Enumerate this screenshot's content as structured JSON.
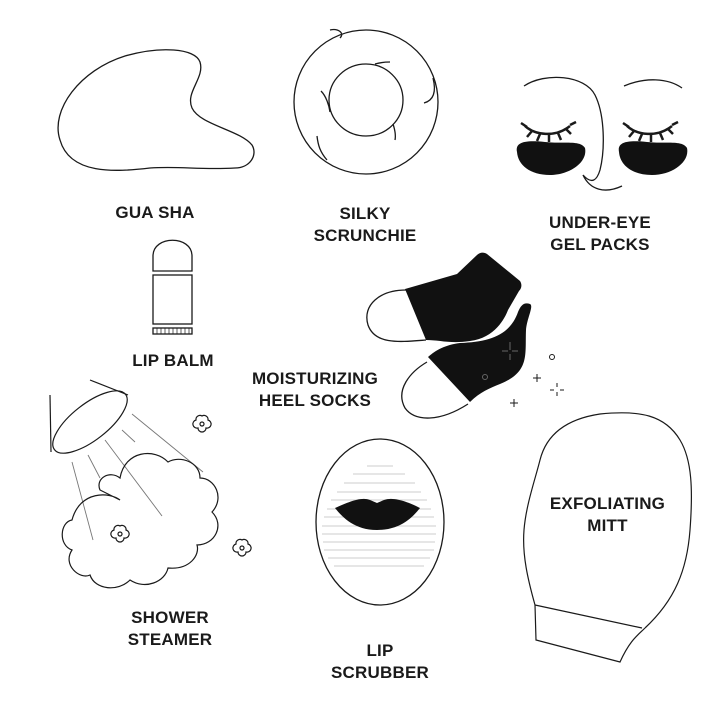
{
  "items": {
    "gua_sha": {
      "line1": "GUA SHA"
    },
    "scrunchie": {
      "line1": "SILKY",
      "line2": "SCRUNCHIE"
    },
    "eye_packs": {
      "line1": "UNDER-EYE",
      "line2": "GEL PACKS"
    },
    "lip_balm": {
      "line1": "LIP BALM"
    },
    "heel_socks": {
      "line1": "MOISTURIZING",
      "line2": "HEEL SOCKS"
    },
    "shower_steamer": {
      "line1": "SHOWER",
      "line2": "STEAMER"
    },
    "lip_scrubber": {
      "line1": "LIP",
      "line2": "SCRUBBER"
    },
    "mitt": {
      "line1": "EXFOLIATING",
      "line2": "MITT"
    }
  },
  "colors": {
    "ink": "#1a1a1a",
    "background": "#ffffff",
    "faint": "#bbbbbb"
  }
}
